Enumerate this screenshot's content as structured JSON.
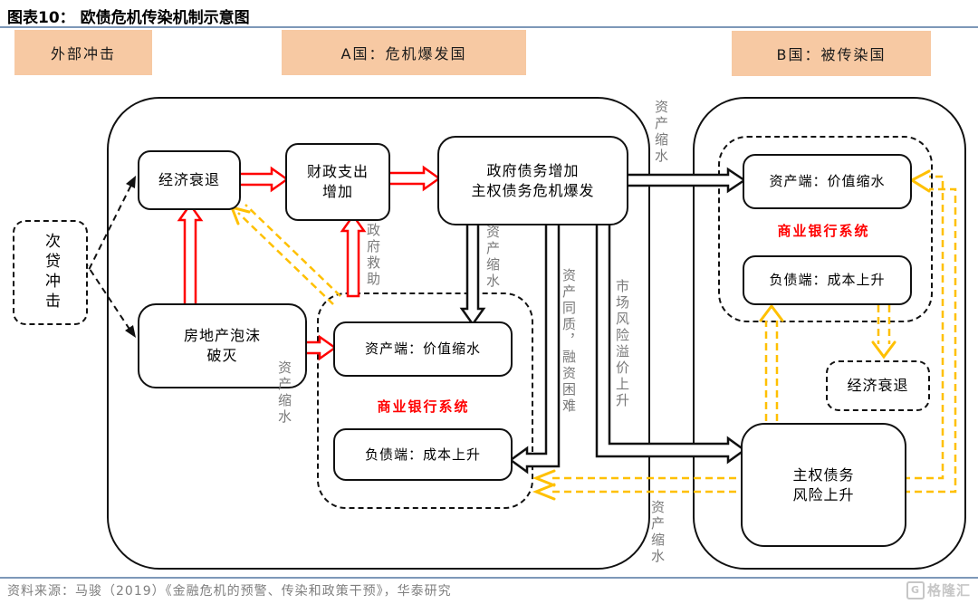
{
  "title": "图表10：  欧债危机传染机制示意图",
  "headers": {
    "external_shock": "外部冲击",
    "country_a": "A国：危机爆发国",
    "country_b": "B国：被传染国"
  },
  "colors": {
    "accent_red": "#ff0000",
    "accent_yellow": "#ffc000",
    "header_bg": "#f7c9a3",
    "rule_blue": "#7d98b8",
    "label_gray": "#7a7a7a"
  },
  "nodes": {
    "subprime": "次贷冲击",
    "recession_a": "经济衰退",
    "housing": {
      "line1": "房地产泡沫",
      "line2": "破灭"
    },
    "fiscal": {
      "line1": "财政支出",
      "line2": "增加"
    },
    "gov_debt": {
      "line1": "政府债务增加",
      "line2": "主权债务危机爆发"
    },
    "asset_a": "资产端：价值缩水",
    "liability_a": "负债端：成本上升",
    "bank_system_a": "商业银行系统",
    "asset_b": "资产端：价值缩水",
    "liability_b": "负债端：成本上升",
    "bank_system_b": "商业银行系统",
    "recession_b": "经济衰退",
    "sovereign_b": {
      "line1": "主权债务",
      "line2": "风险上升"
    }
  },
  "edge_labels": {
    "gov_rescue": "政府救助",
    "asset_shrink_housing": "资产缩水",
    "asset_shrink_gov": "资产缩水",
    "asset_homogeneous": "资产同质，融资困难",
    "market_risk": "市场风险溢价上升",
    "asset_shrink_top": "资产缩水",
    "asset_shrink_bottom": "资产缩水"
  },
  "footer": {
    "source": "资料来源：马骏（2019）《金融危机的预警、传染和政策干预》，华泰研究",
    "logo": "格隆汇",
    "logo_icon": "G"
  }
}
